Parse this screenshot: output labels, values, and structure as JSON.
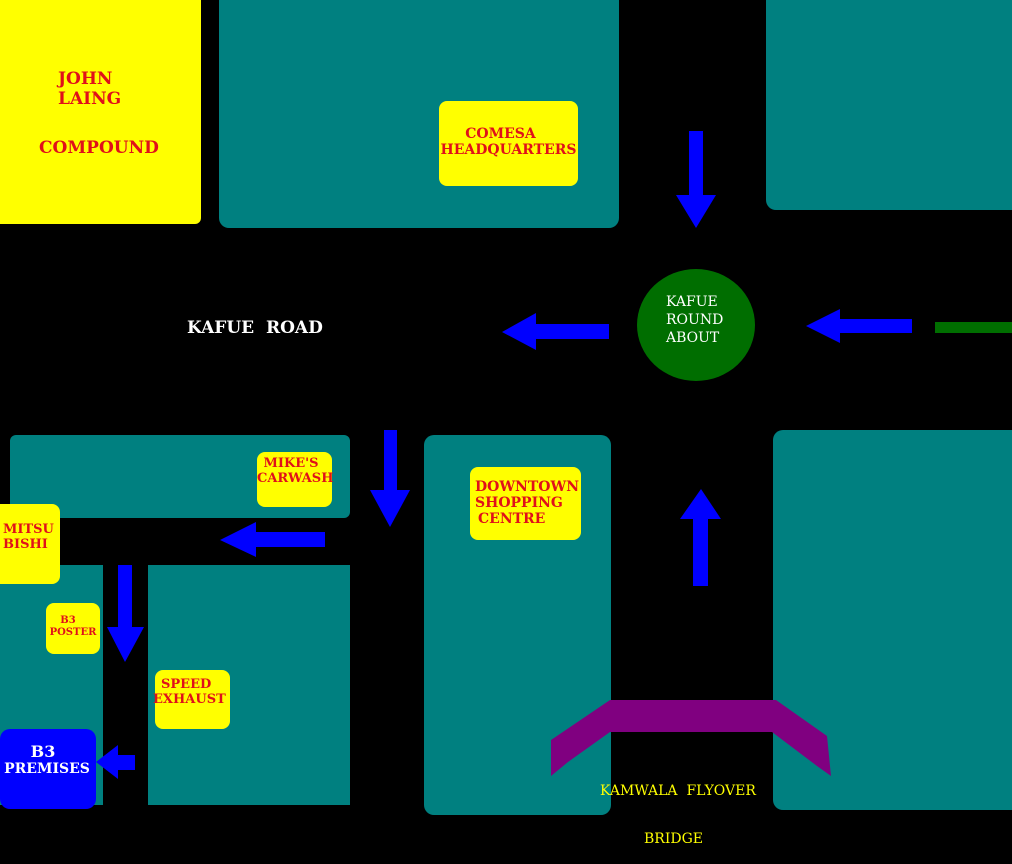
{
  "colors": {
    "road": "#000000",
    "block": "#008080",
    "landmark": "#ffff00",
    "landmark_text": "#e0101a",
    "arrow": "#0000ff",
    "roundabout": "#006e00",
    "bridge": "#800080",
    "premises": "#0000ff"
  },
  "roads": {
    "kafue_road": "KAFUE  ROAD"
  },
  "roundabout": {
    "line1": "KAFUE",
    "line2": "ROUND",
    "line3": "ABOUT"
  },
  "landmarks": {
    "john_laing": {
      "line1": "JOHN",
      "line2": "LAING",
      "line3": "COMPOUND"
    },
    "comesa": {
      "line1": "COMESA",
      "line2": "HEADQUARTERS"
    },
    "mikes_carwash": {
      "line1": "MIKE'S",
      "line2": "CARWASH"
    },
    "downtown": {
      "line1": "DOWNTOWN",
      "line2": "SHOPPING",
      "line3": "CENTRE"
    },
    "mitsubishi": {
      "line1": "MITSU",
      "line2": "BISHI"
    },
    "b3_poster": {
      "line1": "B3",
      "line2": "POSTER"
    },
    "speed_exhaust": {
      "line1": "SPEED",
      "line2": "EXHAUST"
    }
  },
  "premises": {
    "line1": "B3",
    "line2": "PREMISES"
  },
  "bridge": {
    "line1": "KAMWALA  FLYOVER",
    "line2": "BRIDGE"
  },
  "arrows": [
    {
      "name": "arrow-down-to-roundabout",
      "direction": "down"
    },
    {
      "name": "arrow-left-from-roundabout",
      "direction": "left"
    },
    {
      "name": "arrow-left-to-roundabout",
      "direction": "left"
    },
    {
      "name": "arrow-down-side-road",
      "direction": "down"
    },
    {
      "name": "arrow-left-side-street",
      "direction": "left"
    },
    {
      "name": "arrow-down-to-premises",
      "direction": "down"
    },
    {
      "name": "arrow-up-to-roundabout",
      "direction": "up"
    },
    {
      "name": "arrow-left-to-premises",
      "direction": "left"
    }
  ]
}
